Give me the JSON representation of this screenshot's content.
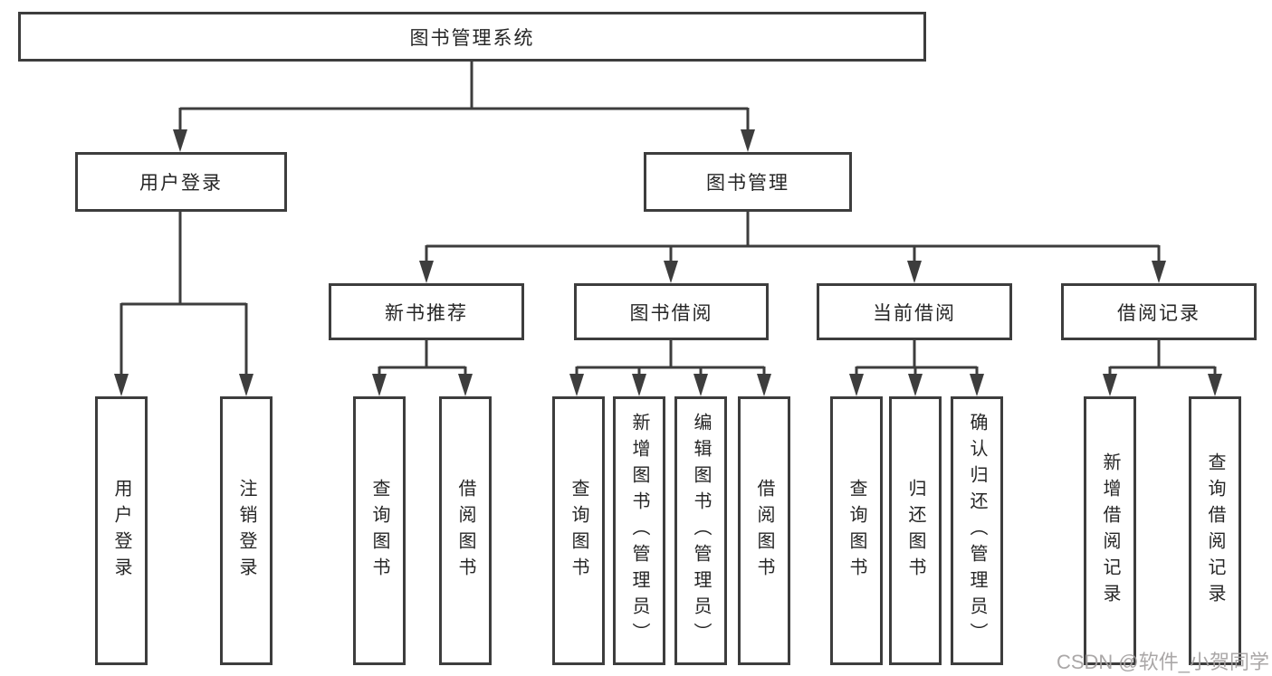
{
  "tree": {
    "root": {
      "label": "图书管理系统"
    },
    "children": [
      {
        "label": "用户登录",
        "children": [
          {
            "label": "用户登录"
          },
          {
            "label": "注销登录"
          }
        ]
      },
      {
        "label": "图书管理",
        "children": [
          {
            "label": "新书推荐",
            "children": [
              {
                "label": "查询图书"
              },
              {
                "label": "借阅图书"
              }
            ]
          },
          {
            "label": "图书借阅",
            "children": [
              {
                "label": "查询图书"
              },
              {
                "label": "新增图书（管理员）"
              },
              {
                "label": "编辑图书（管理员）"
              },
              {
                "label": "借阅图书"
              }
            ]
          },
          {
            "label": "当前借阅",
            "children": [
              {
                "label": "查询图书"
              },
              {
                "label": "归还图书"
              },
              {
                "label": "确认归还（管理员）"
              }
            ]
          },
          {
            "label": "借阅记录",
            "children": [
              {
                "label": "新增借阅记录"
              },
              {
                "label": "查询借阅记录"
              }
            ]
          }
        ]
      }
    ]
  },
  "watermark": "CSDN @软件_小贺同学",
  "colors": {
    "line": "#3d3d3d",
    "text": "#262626",
    "watermark": "#a3a0a0",
    "bg": "#ffffff"
  }
}
